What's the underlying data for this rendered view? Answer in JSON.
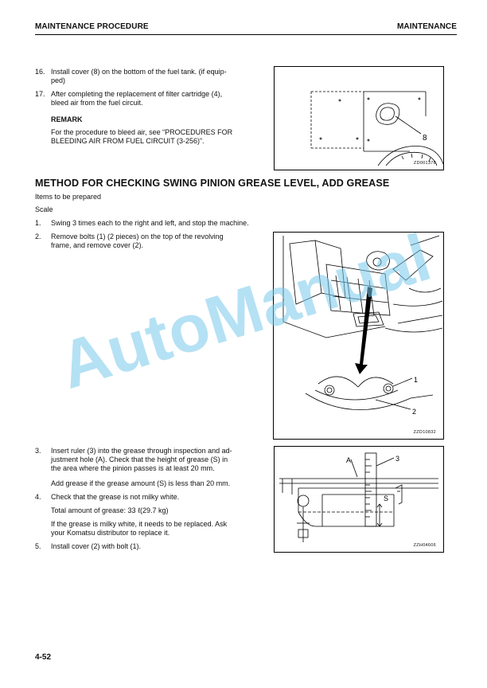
{
  "header": {
    "left": "MAINTENANCE PROCEDURE",
    "right": "MAINTENANCE"
  },
  "steps_top": [
    {
      "num": "16.",
      "lines": [
        "Install cover (8) on the bottom of the fuel tank. (if equip-",
        "ped)"
      ]
    },
    {
      "num": "17.",
      "lines": [
        "After completing the replacement of filter cartridge (4),",
        "bleed air from the fuel circuit."
      ]
    }
  ],
  "remark": {
    "heading": "REMARK",
    "lines": [
      "For the procedure to bleed air, see “PROCEDURES FOR",
      "BLEEDING AIR FROM FUEL CIRCUIT (3-256)”."
    ]
  },
  "figure1": {
    "code": "ZD001378",
    "callout": "8"
  },
  "section": {
    "title": "METHOD FOR CHECKING SWING PINION GREASE LEVEL, ADD GREASE",
    "prep_label": "Items to be prepared",
    "prep_item": "Scale"
  },
  "steps_mid": [
    {
      "num": "1.",
      "lines": [
        "Swing 3 times each to the right and left, and stop the machine."
      ]
    },
    {
      "num": "2.",
      "lines": [
        "Remove bolts (1) (2 pieces) on the top of the revolving",
        "frame, and remove cover (2)."
      ]
    }
  ],
  "figure2": {
    "code": "ZZD10832",
    "callout1": "1",
    "callout2": "2"
  },
  "steps_bottom": [
    {
      "num": "3.",
      "lines": [
        "Insert ruler (3) into the grease through inspection and ad-",
        "justment hole (A). Check that the height of grease (S) in",
        "the area where the pinion passes is at least 20 mm."
      ]
    },
    {
      "num": "",
      "lines": [
        "Add grease if the grease amount (S) is less than 20 mm."
      ]
    },
    {
      "num": "4.",
      "lines": [
        "Check that the grease is not milky white."
      ]
    },
    {
      "num": "",
      "lines": [
        "Total amount of grease: 33 ℓ(29.7 kg)"
      ]
    },
    {
      "num": "",
      "lines": [
        "If the grease is milky white, it needs to be replaced. Ask",
        "your Komatsu distributor to replace it."
      ]
    },
    {
      "num": "5.",
      "lines": [
        "Install cover (2) with bolt (1)."
      ]
    }
  ],
  "figure3": {
    "code": "ZZH04606",
    "label_a": "A",
    "label_3": "3",
    "label_s": "S"
  },
  "footer": {
    "page": "4-52"
  },
  "watermark": "AutoManual"
}
